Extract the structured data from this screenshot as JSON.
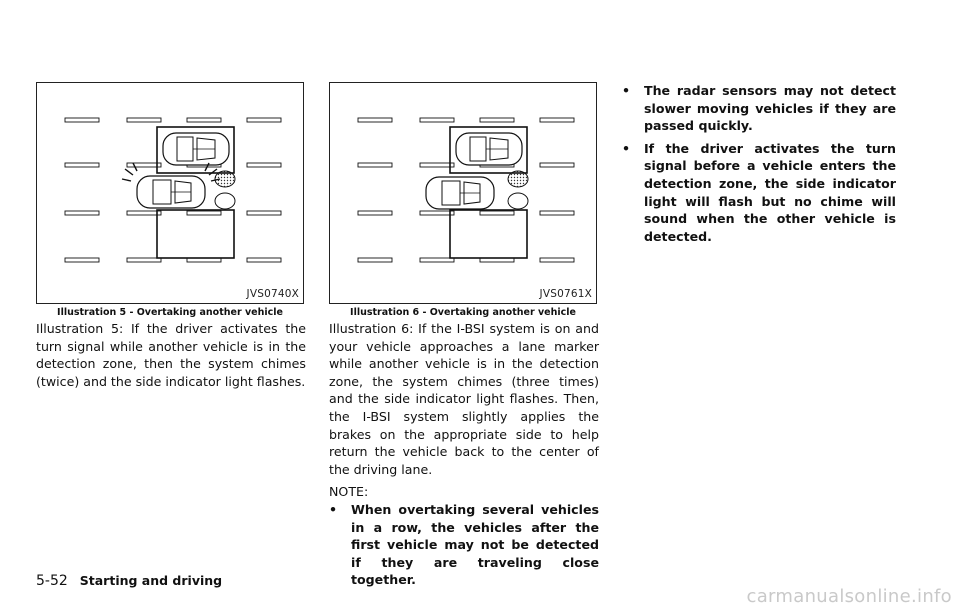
{
  "figures": [
    {
      "code": "JVS0740X",
      "caption": "Illustration 5 - Overtaking another vehicle"
    },
    {
      "code": "JVS0761X",
      "caption": "Illustration 6 - Overtaking another vehicle"
    }
  ],
  "column1": {
    "paragraph": "Illustration 5: If the driver activates the turn signal while another vehicle is in the detection zone, then the system chimes (twice) and the side indicator light flashes."
  },
  "column2": {
    "paragraph": "Illustration 6: If the I-BSI system is on and your vehicle approaches a lane marker while another vehicle is in the detection zone, the system chimes (three times) and the side indicator light flashes. Then, the I-BSI system slightly applies the brakes on the appropriate side to help return the vehicle back to the center of the driving lane.",
    "note_label": "NOTE:",
    "bullet_symbol": "•",
    "bullets": [
      "When overtaking several vehicles in a row, the vehicles after the first vehicle may not be detected if they are traveling close together."
    ]
  },
  "column3": {
    "bullet_symbol": "•",
    "bullets": [
      "The radar sensors may not detect slower moving vehicles if they are passed quickly.",
      "If the driver activates the turn signal before a vehicle enters the detection zone, the side indicator light will flash but no chime will sound when the other vehicle is detected."
    ]
  },
  "footer": {
    "page_number": "5-52",
    "section": "Starting and driving"
  },
  "watermark": "carmanualsonline.info"
}
